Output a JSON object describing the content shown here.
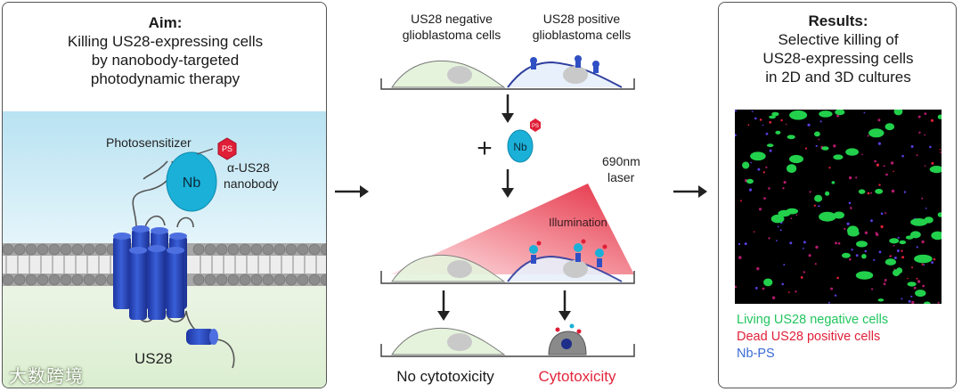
{
  "aim": {
    "heading": "Aim:",
    "line1": "Killing US28-expressing cells",
    "line2": "by nanobody-targeted",
    "line3": "photodynamic therapy"
  },
  "left_diagram": {
    "photosensitizer_label": "Photosensitizer",
    "ps_badge": "PS",
    "nb_label": "Nb",
    "nanobody_label_1": "α-US28",
    "nanobody_label_2": "nanobody",
    "receptor_label": "US28"
  },
  "center": {
    "negative_label_1": "US28 negative",
    "negative_label_2": "glioblastoma cells",
    "positive_label_1": "US28 positive",
    "positive_label_2": "glioblastoma cells",
    "plus": "+",
    "nb_label": "Nb",
    "ps_badge": "PS",
    "laser_label_1": "690nm",
    "laser_label_2": "laser",
    "illumination_label": "Illumination",
    "outcome_negative": "No cytotoxicity",
    "outcome_positive": "Cytotoxicity"
  },
  "results": {
    "heading": "Results:",
    "line1": "Selective killing of",
    "line2": "US28-expressing cells",
    "line3": "in 2D and 3D cultures",
    "legend_living": "Living US28 negative cells",
    "legend_dead": "Dead US28 positive cells",
    "legend_nbps": "Nb-PS"
  },
  "watermark": {
    "text": "大数跨境"
  },
  "colors": {
    "receptor_blue": "#2f4fc4",
    "nanobody_cyan": "#1ab0d8",
    "ps_red": "#e01e37",
    "living_green": "#22c55e",
    "dead_red": "#e0203a",
    "nbps_blue": "#3b6ad6",
    "illumination_red": "#e3263b"
  }
}
